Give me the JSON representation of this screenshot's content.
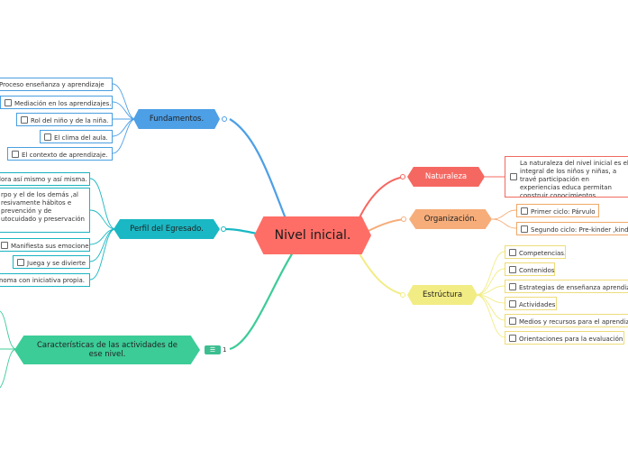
{
  "central": {
    "label": "Nivel inicial."
  },
  "colors": {
    "central": "#fe6e66",
    "fundamentos": "#4d9fe6",
    "perfil": "#1ab8c4",
    "caracteristicas": "#3ccc98",
    "naturaleza": "#f56862",
    "organizacion": "#f6ad7a",
    "estructura": "#f2ec84"
  },
  "fundamentos": {
    "label": "Fundamentos.",
    "items": [
      "Proceso enseñanza y aprendizaje",
      "Mediación en los aprendizajes.",
      "Rol del niño y de la niña.",
      "El clima del aula.",
      "El contexto de aprendizaje."
    ]
  },
  "perfil": {
    "label": "Perfil del Egresado.",
    "items": [
      "lora así mismo y así misma.",
      "rpo y el de los demás ,al resivamente hábitos e prevención y de utocuidado y preservación",
      "Manifiesta sus emociones.",
      "Juega y se divierte",
      "noma con iniciativa propia."
    ]
  },
  "caracteristicas": {
    "label": "Características de las actividades de ese nivel.",
    "count": "1"
  },
  "naturaleza": {
    "label": "Naturaleza",
    "items": [
      "La naturaleza del nivel inicial es el integral de los niños y niñas, a travé participación en experiencias educa permitan construir conocimientos."
    ]
  },
  "organizacion": {
    "label": "Organización.",
    "items": [
      "Primer ciclo: Párvulo",
      "Segundo ciclo: Pre-kinder ,kinde"
    ]
  },
  "estructura": {
    "label": "Estrúctura",
    "items": [
      "Competencias.",
      "Contenidos",
      "Estrategias de enseñanza aprendiz",
      "Actividades",
      "Medios y recursos para el aprendiz",
      "Orientaciones para la evaluación"
    ]
  }
}
